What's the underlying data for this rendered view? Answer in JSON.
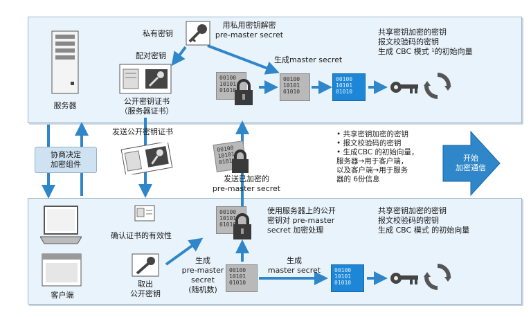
{
  "colors": {
    "arrow": "#2f86c8",
    "panel": "#e9f3fb",
    "binary_blue": "#1e86d6"
  },
  "icons": [
    "server-icon",
    "laptop-icon",
    "certificate-icon",
    "key-icon",
    "lock-icon",
    "cycle-icon"
  ],
  "server": {
    "label": "服务器",
    "private_key_label": "私有密钥",
    "decrypt_label": [
      "用私用密钥解密",
      "pre-master secret"
    ],
    "paired_key_label": "配对密钥",
    "public_cert_label": [
      "公开密钥证书",
      "（服务器证书）"
    ],
    "gen_master_label": "生成master secret",
    "right_labels": [
      "共享密钥加密的密钥",
      "报文校验码的密钥",
      "生成 CBC 模式 ¹的初始向量"
    ],
    "bin_text": [
      "00100",
      "10101",
      "01010"
    ]
  },
  "middle": {
    "negotiate_label": [
      "协商决定",
      "加密组件"
    ],
    "send_cert_label": "发送公开密钥证书",
    "send_pms_label": [
      "发送已加密的",
      "pre-master secret"
    ],
    "bullets": [
      "• 共享密钥加密的密钥",
      "• 报文校验码的密钥",
      "• 生成CBC 的初始向量，",
      "  服务器→用于客户端，",
      "  以及客户端→用于服务",
      "  器的 6份信息"
    ],
    "start_label": [
      "开始",
      "加密通信"
    ]
  },
  "client": {
    "label": "客户端",
    "verify_label": "确认证书的有效性",
    "take_key_label": [
      "取出",
      "公开密钥"
    ],
    "gen_pms_label": [
      "生成",
      "pre-master",
      "secret",
      "(随机数)"
    ],
    "encrypt_label": [
      "使用服务器上的公开",
      "密钥对 pre-master",
      "secret 加密处理"
    ],
    "gen_master_label": [
      "生成",
      "master secret"
    ],
    "right_labels": [
      "共享密钥加密的密钥",
      "报文校验码的密钥",
      "生成 CBC 模式 的初始向量"
    ],
    "bin_text": [
      "00100",
      "10101",
      "01010"
    ]
  }
}
